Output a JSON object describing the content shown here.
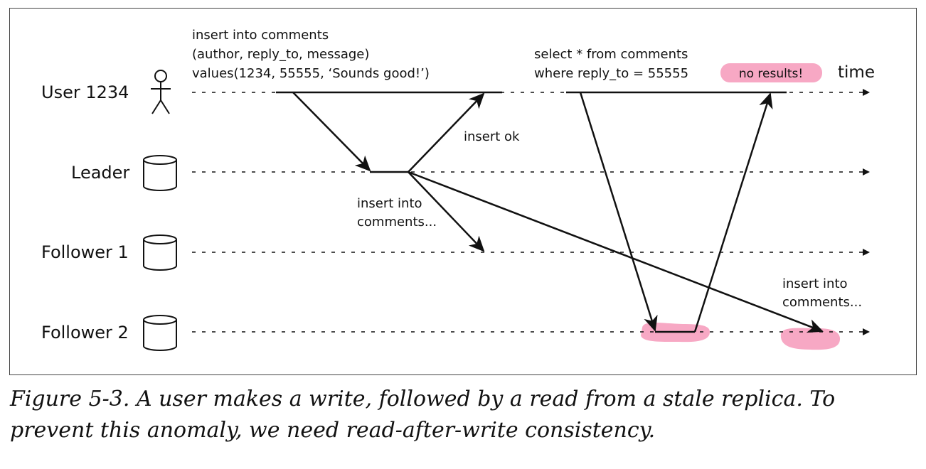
{
  "diagram": {
    "actors": [
      {
        "id": "user",
        "label": "User 1234",
        "icon": "person-icon"
      },
      {
        "id": "leader",
        "label": "Leader",
        "icon": "database-icon"
      },
      {
        "id": "follower1",
        "label": "Follower 1",
        "icon": "database-icon"
      },
      {
        "id": "follower2",
        "label": "Follower 2",
        "icon": "database-icon"
      }
    ],
    "time_label": "time",
    "write_query": [
      "insert into comments",
      "(author, reply_to, message)",
      "values(1234, 55555, ‘Sounds good!’)"
    ],
    "insert_ok": "insert ok",
    "replication_msg_1": [
      "insert into",
      "comments..."
    ],
    "replication_msg_2": [
      "insert into",
      "comments..."
    ],
    "read_query": [
      "select * from comments",
      "where reply_to = 55555"
    ],
    "no_results": "no results!",
    "highlight_color": "#f7a8c4",
    "line_color": "#111111"
  },
  "caption": "Figure 5-3. A user makes a write, followed by a read from a stale replica. To prevent this anomaly, we need read-after-write consistency."
}
